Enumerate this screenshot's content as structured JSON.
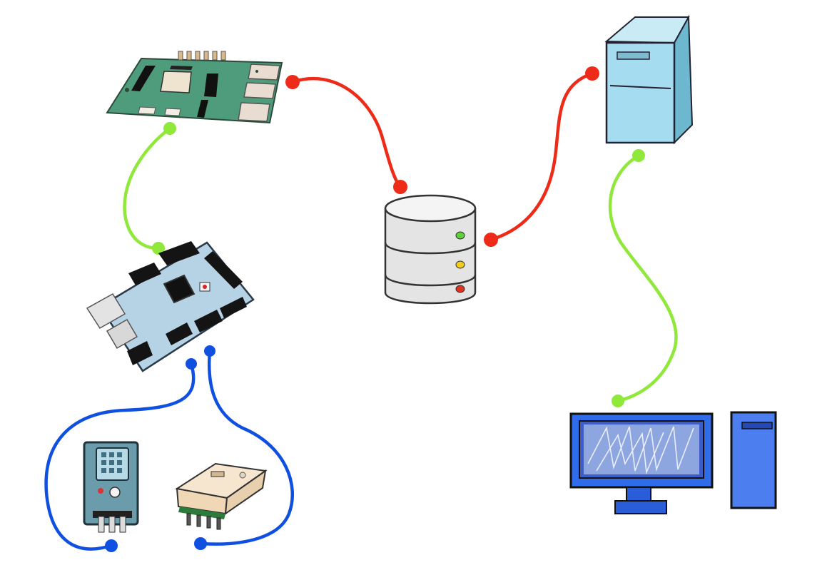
{
  "diagram": {
    "nodes": [
      {
        "id": "rpi",
        "kind": "single-board-computer",
        "icon": "raspberry-pi-board-icon"
      },
      {
        "id": "arduino",
        "kind": "microcontroller-board",
        "icon": "arduino-board-icon"
      },
      {
        "id": "dht",
        "kind": "sensor",
        "icon": "humidity-sensor-icon"
      },
      {
        "id": "gas",
        "kind": "sensor",
        "icon": "gas-sensor-icon"
      },
      {
        "id": "db",
        "kind": "database",
        "icon": "database-icon"
      },
      {
        "id": "server",
        "kind": "server",
        "icon": "server-tower-icon"
      },
      {
        "id": "desktop",
        "kind": "workstation",
        "icon": "desktop-computer-icon"
      }
    ],
    "links": [
      {
        "from": "rpi",
        "to": "db",
        "color": "red"
      },
      {
        "from": "db",
        "to": "server",
        "color": "red"
      },
      {
        "from": "rpi",
        "to": "arduino",
        "color": "green"
      },
      {
        "from": "server",
        "to": "desktop",
        "color": "green"
      },
      {
        "from": "arduino",
        "to": "dht",
        "color": "blue"
      },
      {
        "from": "arduino",
        "to": "gas",
        "color": "blue"
      }
    ]
  },
  "colors": {
    "red": "#ee2a18",
    "green": "#8fe83a",
    "blue": "#1050e0",
    "board_green": "#4f9c7c",
    "board_blue": "#b6d3e6",
    "server_blue": "#a6dcef",
    "monitor_blue": "#2f6cea",
    "db_gray": "#e4e4e4"
  }
}
